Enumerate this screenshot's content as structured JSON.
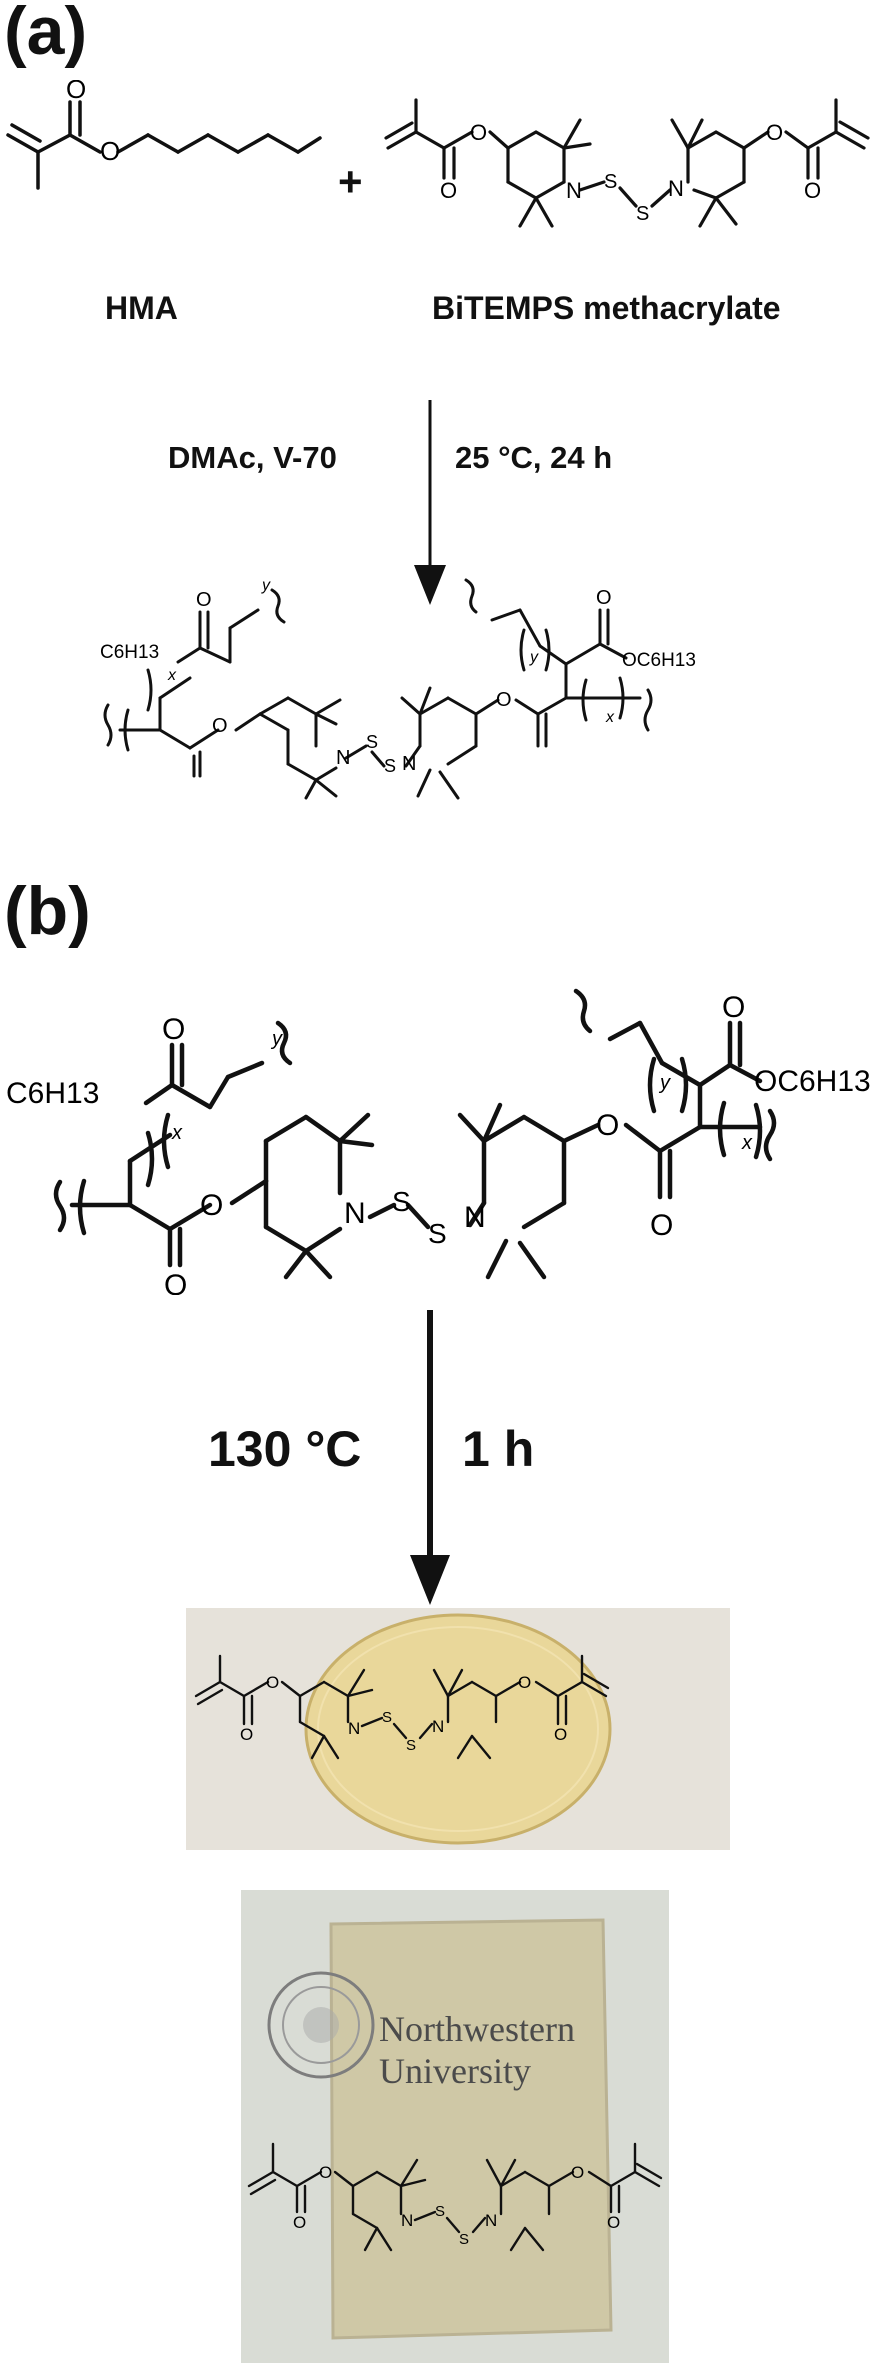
{
  "panel_a": {
    "label": "(a)",
    "reactant1": "HMA",
    "plus": "+",
    "reactant2": "BiTEMPS methacrylate",
    "conditions_left": "DMAc, V-70",
    "conditions_right": "25 °C, 24 h"
  },
  "panel_b": {
    "label": "(b)",
    "conditions_left": "130 °C",
    "conditions_right": "1 h"
  },
  "atoms": {
    "O": "O",
    "N": "N",
    "S": "S",
    "hexyl": "C6H13",
    "hexyl_sub": "C",
    "hexyl_6": "6",
    "hexyl_H": "H",
    "hexyl_13": "13",
    "hexyl_ester": "OC6H13",
    "x": "x",
    "y": "y"
  },
  "photo2": {
    "seal_text": "Northwestern University",
    "line1": "Northwestern",
    "line2": "University"
  },
  "colors": {
    "disk_fill": "#e9d79a",
    "photo1_bg": "#e6e2da",
    "photo2_bg": "#d9dcd5",
    "film_fill": "#cfc7a4"
  }
}
